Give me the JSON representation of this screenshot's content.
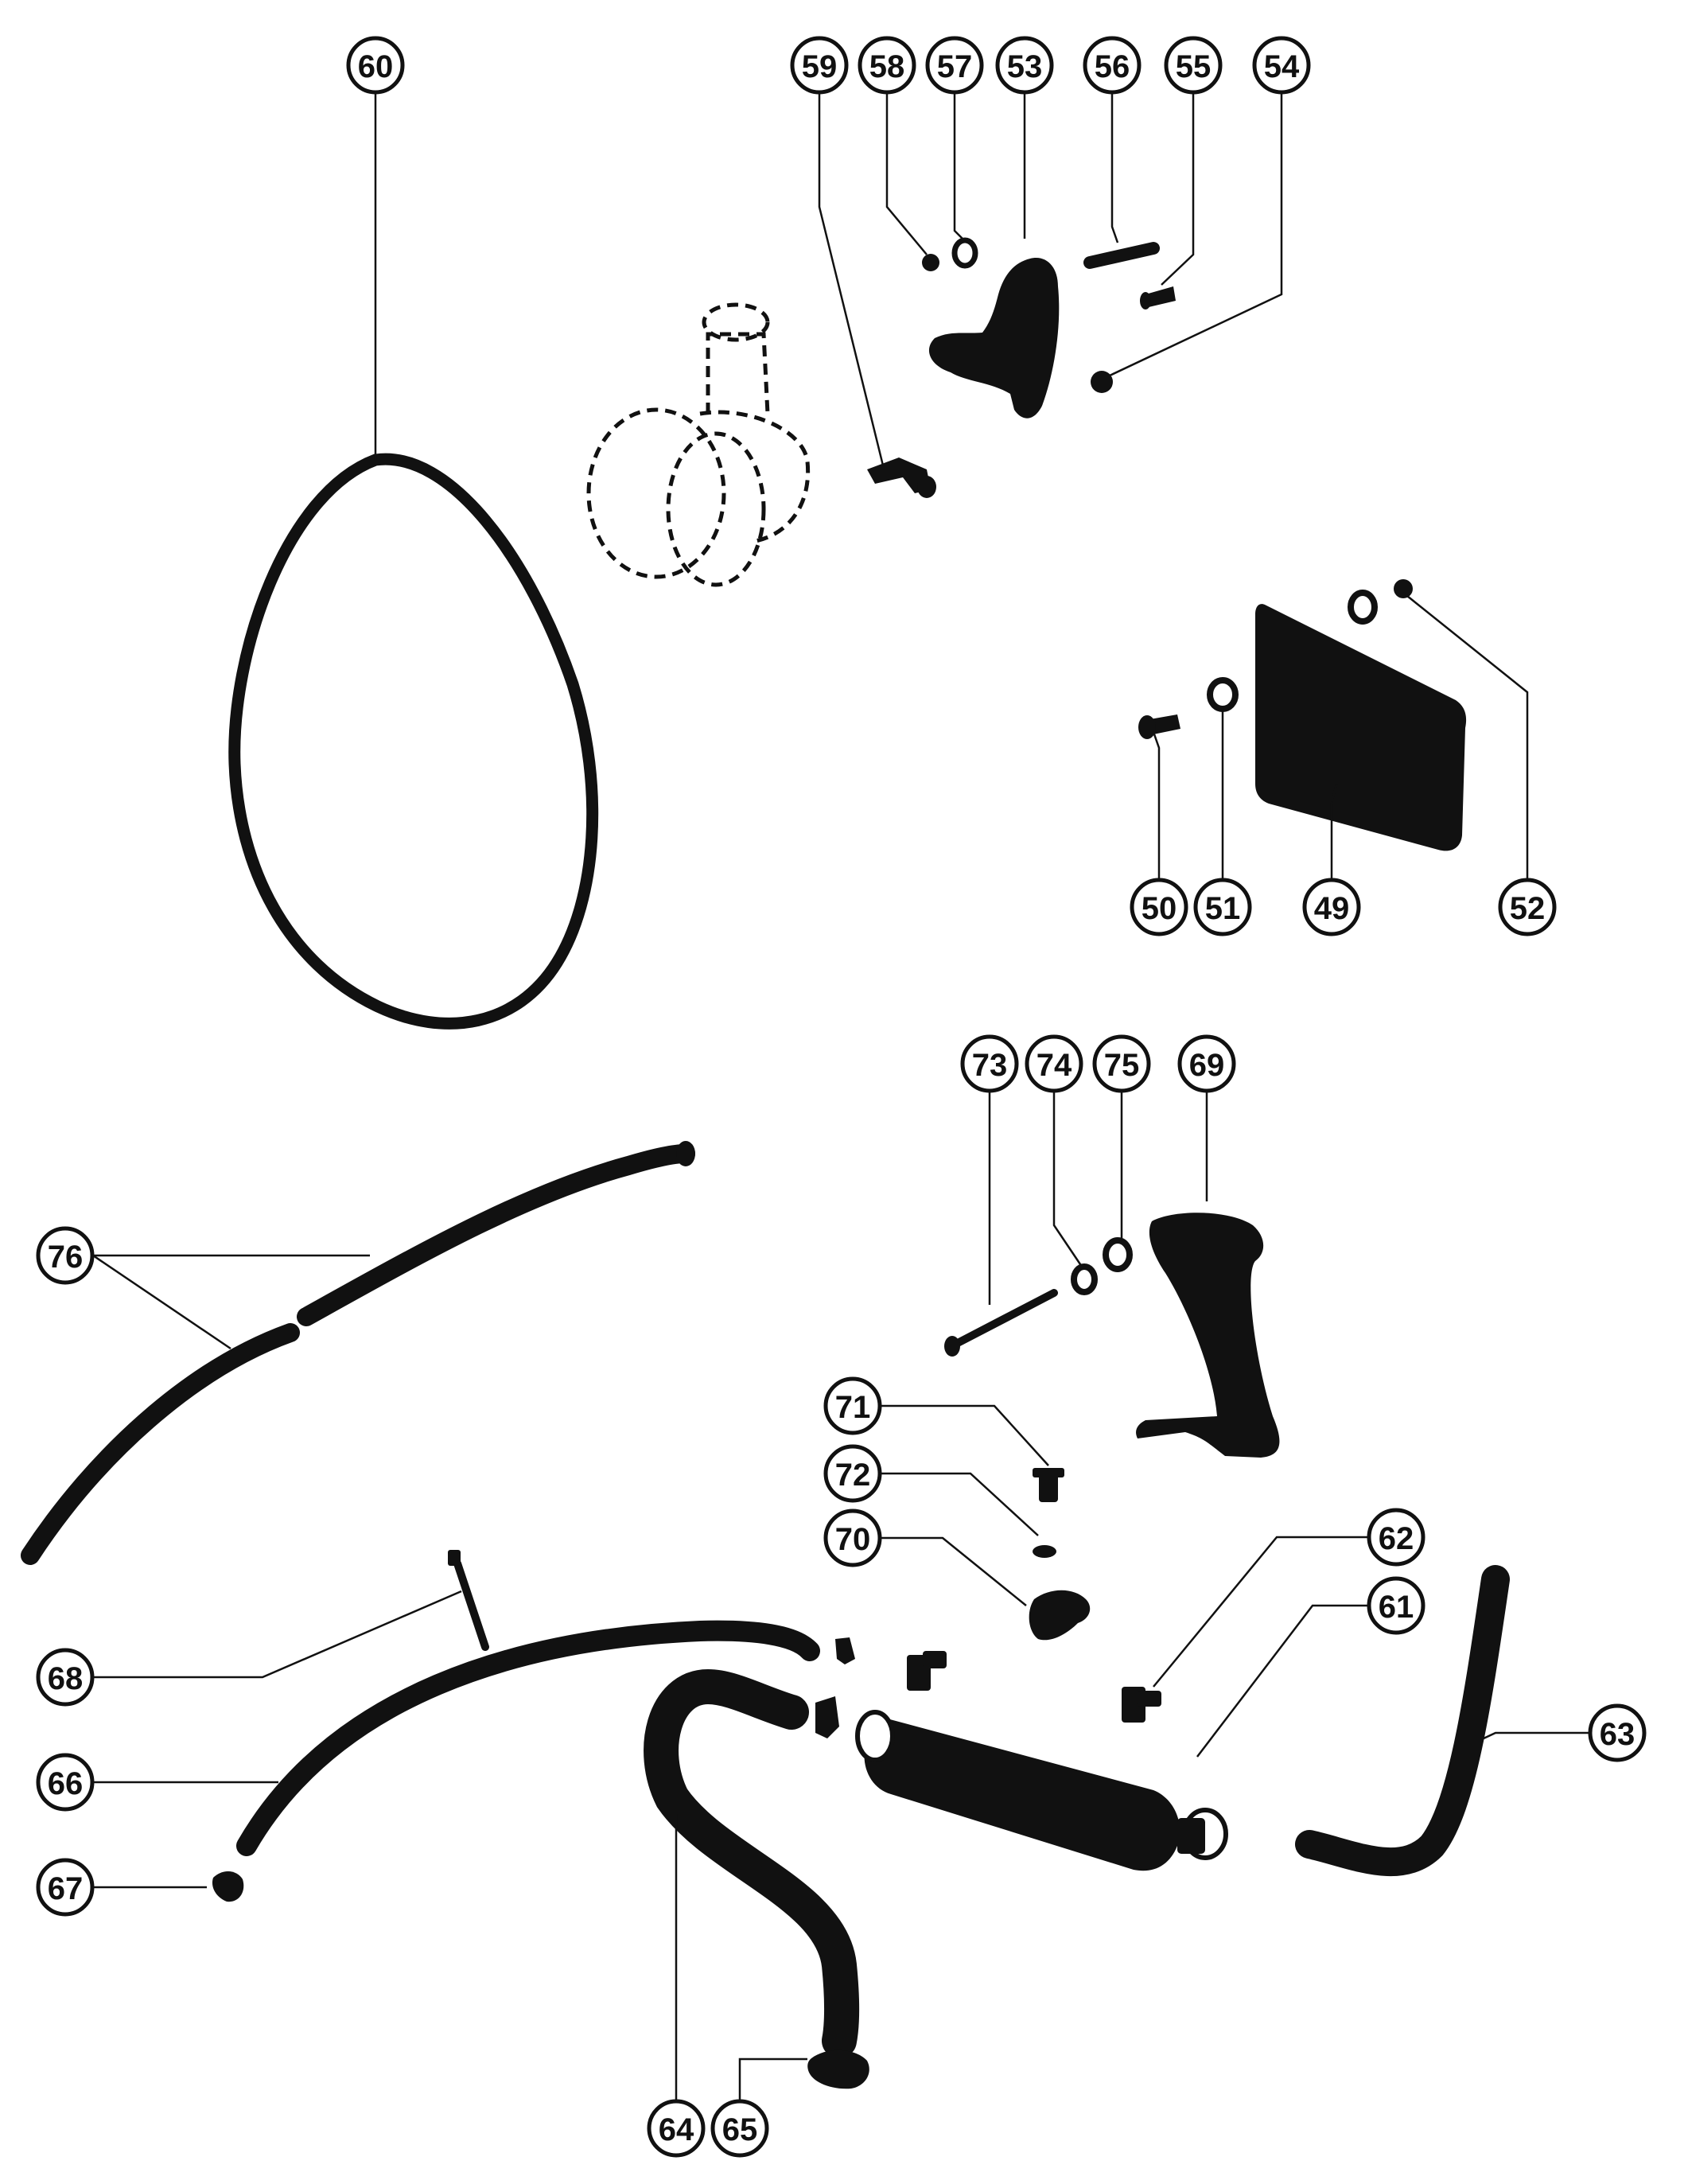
{
  "diagram": {
    "ink_color": "#111111",
    "background_color": "#ffffff",
    "callouts": [
      "60",
      "59",
      "58",
      "57",
      "53",
      "56",
      "55",
      "54",
      "49",
      "50",
      "51",
      "52",
      "73",
      "74",
      "75",
      "69",
      "76",
      "71",
      "72",
      "70",
      "62",
      "61",
      "63",
      "68",
      "66",
      "67",
      "64",
      "65"
    ]
  }
}
